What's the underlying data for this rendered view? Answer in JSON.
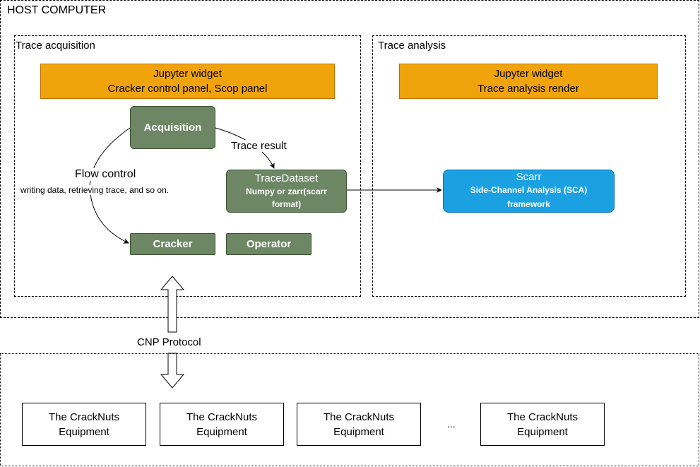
{
  "host": {
    "title": "HOST COMPUTER"
  },
  "acquisition": {
    "title": "Trace acquisition",
    "widget": {
      "line1": "Jupyter widget",
      "line2": "Cracker control panel, Scop panel"
    },
    "acquisition_box": "Acquisition",
    "trace_result": "Trace result",
    "flow_control": "Flow control",
    "flow_control_detail": "writing data, retrieving trace, and so on.",
    "trace_dataset": {
      "title": "TraceDataset",
      "line1": "Numpy or zarr(scarr",
      "line2": "format)"
    },
    "cracker": "Cracker",
    "operator": "Operator"
  },
  "analysis": {
    "title": "Trace analysis",
    "widget": {
      "line1": "Jupyter widget",
      "line2": "Trace analysis render"
    },
    "scarr": {
      "title": "Scarr",
      "line1": "Side-Channel Analysis (SCA)",
      "line2": "framework"
    }
  },
  "protocol": {
    "label": "CNP Protocol"
  },
  "equipment": {
    "items": [
      {
        "line1": "The CrackNuts",
        "line2": "Equipment"
      },
      {
        "line1": "The CrackNuts",
        "line2": "Equipment"
      },
      {
        "line1": "The CrackNuts",
        "line2": "Equipment"
      },
      {
        "line1": "The CrackNuts",
        "line2": "Equipment"
      }
    ],
    "ellipsis": "..."
  }
}
